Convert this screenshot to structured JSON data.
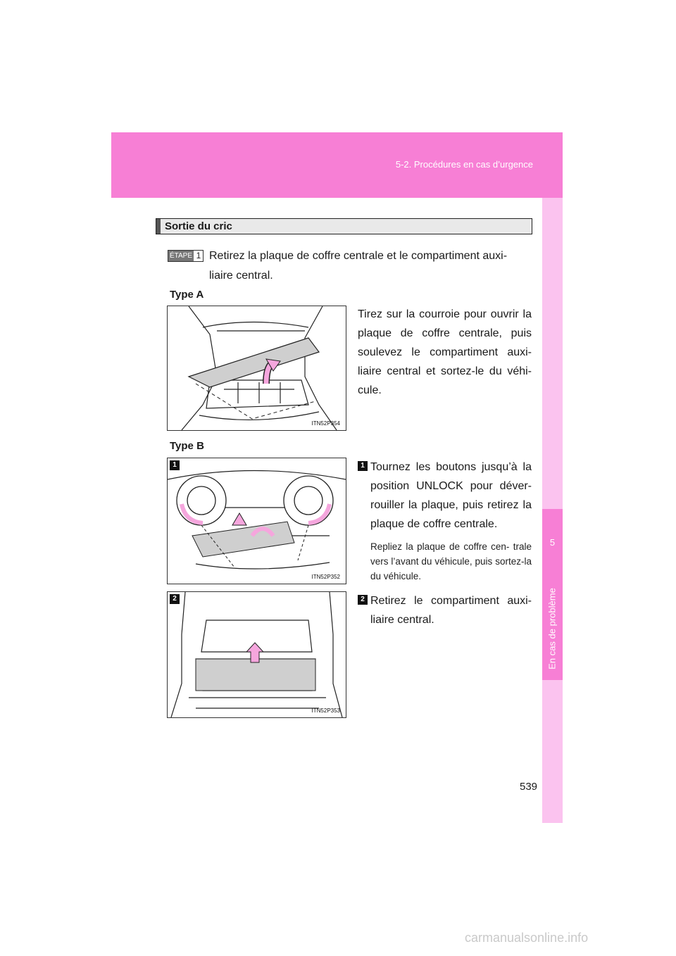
{
  "header": {
    "section": "5-2. Procédures en cas d’urgence"
  },
  "side_tab": {
    "number": "5",
    "label": "En cas de problème"
  },
  "title": "Sortie du cric",
  "step": {
    "badge": "ÉTAPE",
    "number": "1",
    "line1": "Retirez la plaque de coffre centrale et le compartiment auxi-",
    "line2": "liaire central."
  },
  "type_a": {
    "label": "Type A",
    "text": "Tirez sur la courroie pour ouvrir la plaque de coffre centrale, puis soulevez le compartiment auxi- liaire central et sortez-le du véhi- cule.",
    "figure_code": "ITN52P354"
  },
  "type_b": {
    "label": "Type B",
    "item1": {
      "marker": "1",
      "text": "Tournez les boutons jusqu’à la position UNLOCK pour déver- rouiller la plaque, puis retirez la plaque de coffre centrale.",
      "note": "Repliez la plaque de coffre cen- trale vers l’avant du véhicule, puis sortez-la du véhicule.",
      "figure_code": "ITN52P352"
    },
    "item2": {
      "marker": "2",
      "text": "Retirez le compartiment auxi- liaire central.",
      "figure_code": "ITN52P353"
    }
  },
  "page_number": "539",
  "watermark": "carmanualsonline.info"
}
